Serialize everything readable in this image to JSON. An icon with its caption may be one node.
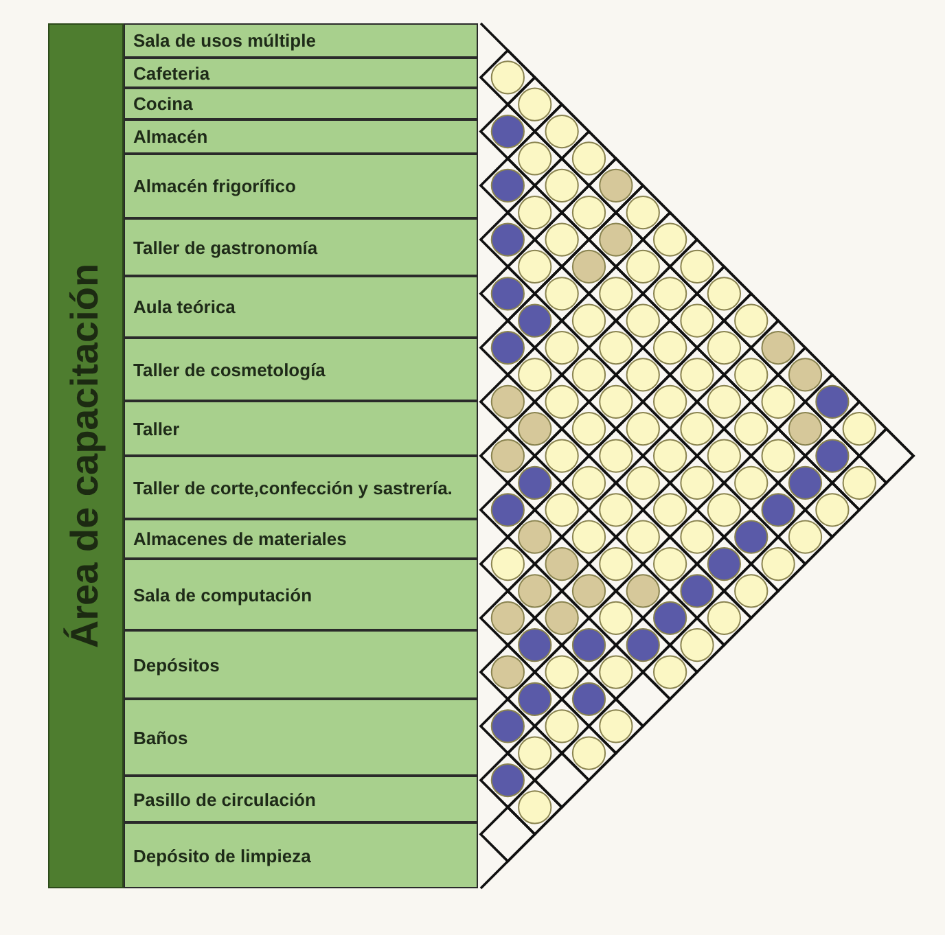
{
  "diagram": {
    "nodes": [
      {
        "text": [
          "Área de capacitación"
        ]
      },
      {
        "text": [
          "Sala de usos múltiple"
        ]
      },
      {
        "text": [
          "Cafeteria"
        ]
      },
      {
        "text": [
          "Cocina"
        ]
      },
      {
        "text": [
          "Almacén"
        ]
      },
      {
        "text": [
          "Almacén frigorífico"
        ]
      },
      {
        "text": [
          "Taller de gastronomía"
        ]
      },
      {
        "text": [
          "Aula teórica"
        ]
      },
      {
        "text": [
          "Taller de cosmetología"
        ]
      },
      {
        "text": [
          "Taller"
        ]
      },
      {
        "text": [
          "Taller de corte,confección y sastrería."
        ]
      },
      {
        "text": [
          "Almacenes de materiales"
        ]
      },
      {
        "text": [
          "Sala de computación"
        ]
      },
      {
        "text": [
          "Depósitos"
        ]
      },
      {
        "text": [
          "Baños"
        ]
      },
      {
        "text": [
          "Pasillo de circulación"
        ]
      },
      {
        "text": [
          "Depósito de limpieza"
        ]
      }
    ]
  }
}
